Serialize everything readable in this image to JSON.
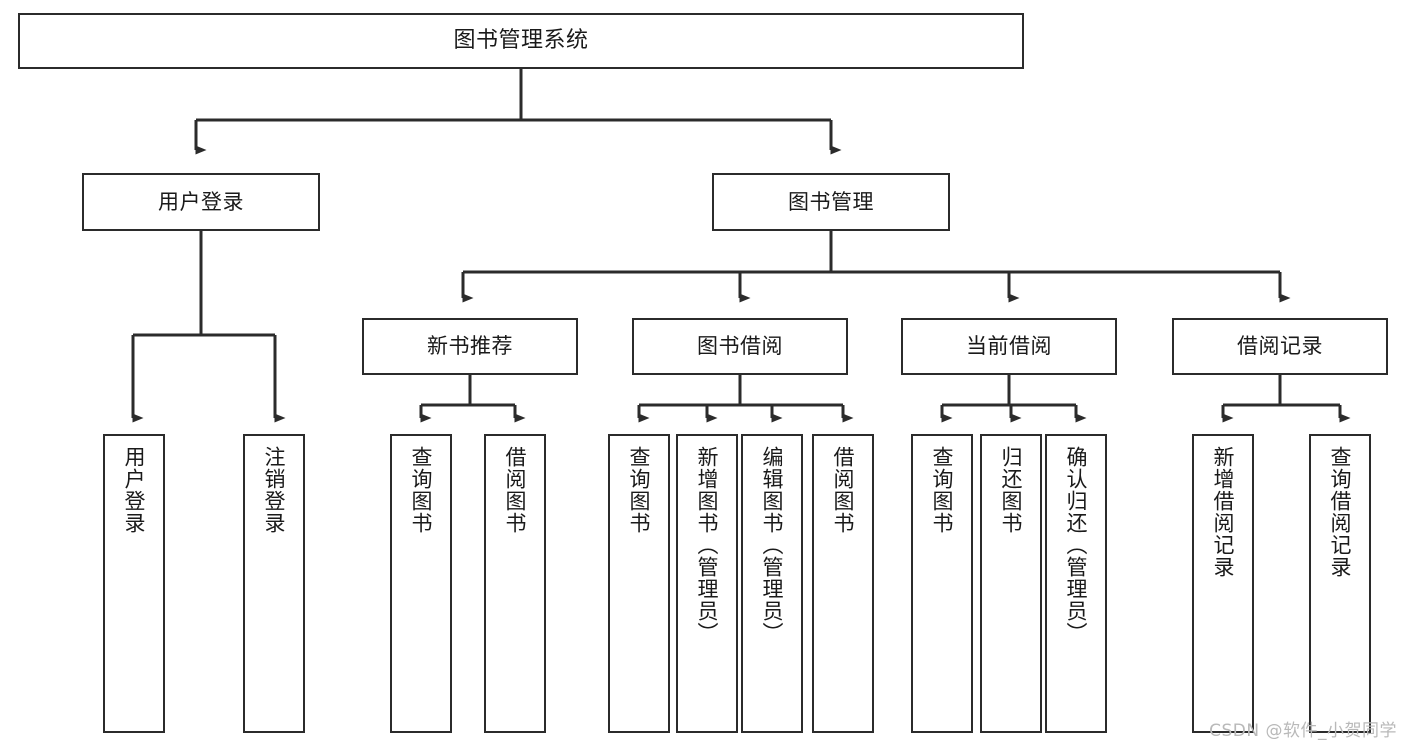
{
  "diagram": {
    "title": "图书管理系统",
    "type": "hierarchy-tree",
    "line_color": "#2b2b2b",
    "box_fill": "#ffffff",
    "text_color": "#1a1a1a"
  },
  "nodes": {
    "root": {
      "label": "图书管理系统"
    },
    "level1": [
      {
        "id": "user-login",
        "label": "用户登录"
      },
      {
        "id": "book-manage",
        "label": "图书管理"
      }
    ],
    "level2": [
      {
        "id": "new-book-rec",
        "label": "新书推荐"
      },
      {
        "id": "book-borrow",
        "label": "图书借阅"
      },
      {
        "id": "current-borrow",
        "label": "当前借阅"
      },
      {
        "id": "borrow-record",
        "label": "借阅记录"
      }
    ],
    "level3": {
      "user-login": [
        {
          "id": "leaf-user-login",
          "label": "用户登录"
        },
        {
          "id": "leaf-logout",
          "label": "注销登录"
        }
      ],
      "new-book-rec": [
        {
          "id": "leaf-query-book-1",
          "label": "查询图书"
        },
        {
          "id": "leaf-borrow-book-1",
          "label": "借阅图书"
        }
      ],
      "book-borrow": [
        {
          "id": "leaf-query-book-2",
          "label": "查询图书"
        },
        {
          "id": "leaf-add-book",
          "label": "新增图书（管理员）"
        },
        {
          "id": "leaf-edit-book",
          "label": "编辑图书（管理员）"
        },
        {
          "id": "leaf-borrow-book-2",
          "label": "借阅图书"
        }
      ],
      "current-borrow": [
        {
          "id": "leaf-query-book-3",
          "label": "查询图书"
        },
        {
          "id": "leaf-return-book",
          "label": "归还图书"
        },
        {
          "id": "leaf-confirm-return",
          "label": "确认归还（管理员）"
        }
      ],
      "borrow-record": [
        {
          "id": "leaf-add-record",
          "label": "新增借阅记录"
        },
        {
          "id": "leaf-query-record",
          "label": "查询借阅记录"
        }
      ]
    }
  },
  "watermark": {
    "text": "CSDN @软件_小贺同学"
  }
}
